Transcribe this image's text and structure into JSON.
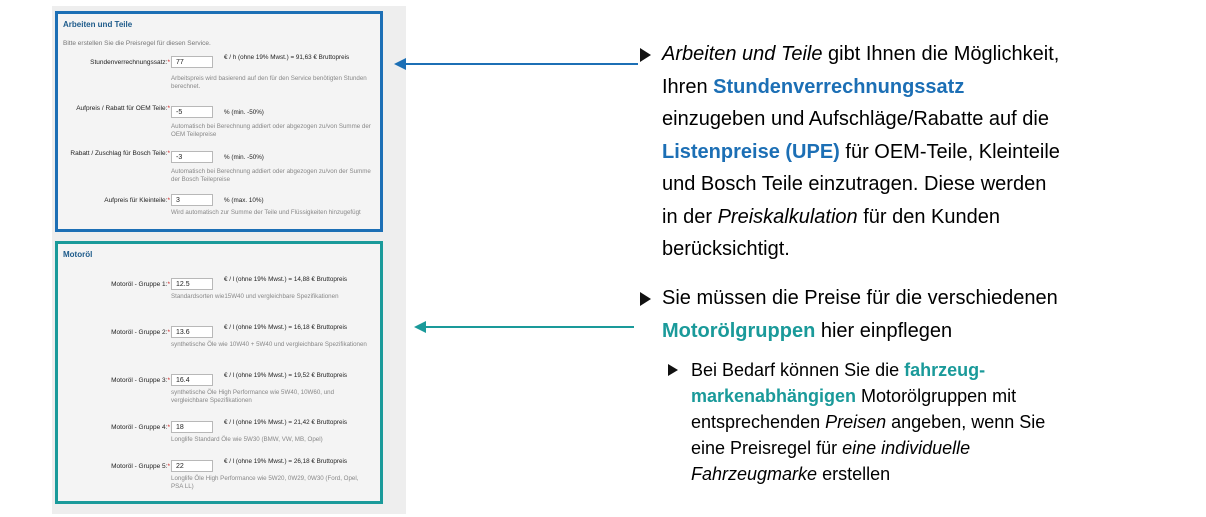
{
  "arbeiten": {
    "title": "Arbeiten und Teile",
    "hint": "Bitte erstellen Sie die Preisregel für diesen Service.",
    "rows": [
      {
        "label": "Stundenverrechnungssatz:",
        "value": "77",
        "unit": "€ / h (ohne 19% Mwst.) = 91,63 € Bruttopreis",
        "note": "Arbeitspreis wird basierend auf den für den Service benötigten Stunden berechnet."
      },
      {
        "label": "Aufpreis / Rabatt für OEM Teile:",
        "value": "-5",
        "unit": "% (min. -50%)",
        "note": "Automatisch bei Berechnung addiert oder abgezogen zu/von Summe der OEM Teilepreise"
      },
      {
        "label": "Rabatt / Zuschlag für Bosch Teile:",
        "value": "-3",
        "unit": "% (min. -50%)",
        "note": "Automatisch bei Berechnung addiert oder abgezogen zu/von der Summe der Bosch Teilepreise"
      },
      {
        "label": "Aufpreis für Kleinteile:",
        "value": "3",
        "unit": "% (max. 10%)",
        "note": "Wird automatisch zur Summe der Teile und Flüssigkeiten hinzugefügt"
      }
    ]
  },
  "motoroel": {
    "title": "Motoröl",
    "rows": [
      {
        "label": "Motoröl - Gruppe 1:",
        "value": "12.5",
        "unit": "€ / l (ohne 19% Mwst.) = 14,88 € Bruttopreis",
        "note": "Standardsorten wie15W40 und vergleichbare Spezifikationen"
      },
      {
        "label": "Motoröl - Gruppe 2:",
        "value": "13.6",
        "unit": "€ / l (ohne 19% Mwst.) = 16,18 € Bruttopreis",
        "note": "synthetische Öle wie 10W40 + 5W40 und vergleichbare Spezifikationen"
      },
      {
        "label": "Motoröl - Gruppe 3:",
        "value": "16.4",
        "unit": "€ / l (ohne 19% Mwst.) = 19,52 € Bruttopreis",
        "note": "synthetische Öle High Performance wie 5W40, 10W60, und vergleichbare Spezifikationen"
      },
      {
        "label": "Motoröl - Gruppe 4:",
        "value": "18",
        "unit": "€ / l (ohne 19% Mwst.) = 21,42 € Bruttopreis",
        "note": "Longlife Standard Öle wie 5W30 (BMW, VW, MB, Opel)"
      },
      {
        "label": "Motoröl - Gruppe 5:",
        "value": "22",
        "unit": "€ / l (ohne 19% Mwst.) = 26,18 € Bruttopreis",
        "note": "Longlife Öle High Performance wie 5W20, 0W29, 0W30 (Ford, Opel, PSA LL)"
      }
    ]
  },
  "bullet1": {
    "l1a": "Arbeiten und Teile",
    "l1b": " gibt Ihnen die Möglichkeit,",
    "l2a": "Ihren ",
    "l2b": "Stundenverrechnungssatz",
    "l3": "einzugeben und Aufschläge/Rabatte auf die",
    "l4a": "Listenpreise (UPE)",
    "l4b": " für OEM-Teile, Kleinteile",
    "l5": "und Bosch Teile einzutragen. Diese werden",
    "l6a": "in der ",
    "l6b": "Preiskalkulation",
    "l6c": " für den Kunden",
    "l7": "berücksichtigt."
  },
  "bullet2": {
    "l1": "Sie müssen die Preise für die verschiedenen",
    "l2a": "Motorölgruppen",
    "l2b": " hier einpflegen"
  },
  "bullet3": {
    "l1a": "Bei Bedarf können Sie die ",
    "l1b": "fahrzeug-",
    "l2a": "markenabhängigen",
    "l2b": " Motorölgruppen mit",
    "l3a": "entsprechenden ",
    "l3b": "Preisen",
    "l3c": " angeben, wenn Sie",
    "l4a": "eine Preisregel für ",
    "l4b": "eine individuelle",
    "l5a": "Fahrzeugmarke",
    "l5b": " erstellen"
  },
  "colors": {
    "blue": "#1c6fb5",
    "teal": "#1a9a9a",
    "required": "#d02020"
  }
}
